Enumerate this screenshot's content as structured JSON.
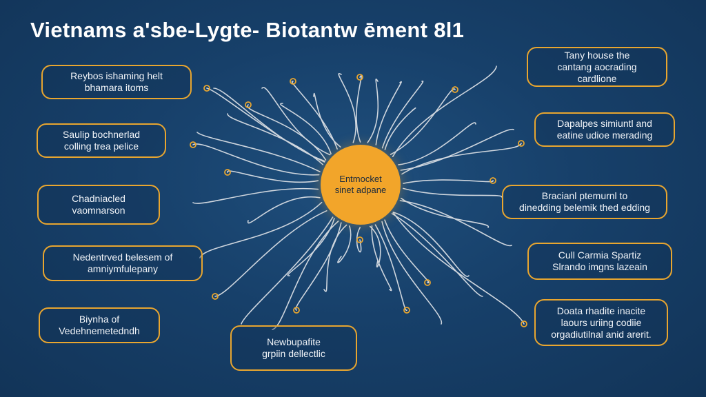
{
  "title": "Vietnams a'sbe-Lygte- Biotantw ēment 8l1",
  "colors": {
    "accent": "#e9a62f",
    "hub": "#f2a52a",
    "background": "#17406a",
    "wire": "#cfd6de"
  },
  "hub": {
    "lines": [
      "Entmocket",
      "sinet adpane"
    ]
  },
  "nodes": [
    {
      "id": "left-1",
      "lines": [
        "Reybos ishaming helt",
        "bhamara itoms"
      ]
    },
    {
      "id": "left-2",
      "lines": [
        "Saulip bochnerlad",
        "colling trea pelice"
      ]
    },
    {
      "id": "left-3",
      "lines": [
        "Chadniacled",
        "vaomnarson"
      ]
    },
    {
      "id": "left-4",
      "lines": [
        "Nedentrved belesem of",
        "amniymfulepany"
      ]
    },
    {
      "id": "left-5",
      "lines": [
        "Biynha of",
        "Vedehnemetedndh"
      ]
    },
    {
      "id": "bottom-1",
      "lines": [
        "Newbupafite",
        "grpiin dellectlic"
      ]
    },
    {
      "id": "right-1",
      "lines": [
        "Tany house the",
        "cantang aocrading",
        "cardlione"
      ]
    },
    {
      "id": "right-2",
      "lines": [
        "Dapalpes simiuntl and",
        "eatine udioe merading"
      ]
    },
    {
      "id": "right-3",
      "lines": [
        "Bracianl ptemurnl to",
        "dinedding belemik thed edding"
      ]
    },
    {
      "id": "right-4",
      "lines": [
        "Cull Carmia Spartiz",
        "Slrando imgns lazeain"
      ]
    },
    {
      "id": "right-5",
      "lines": [
        "Doata rhadite inacite",
        "laours uriing codiie",
        "orgadiutilnal anid arerit."
      ]
    }
  ]
}
